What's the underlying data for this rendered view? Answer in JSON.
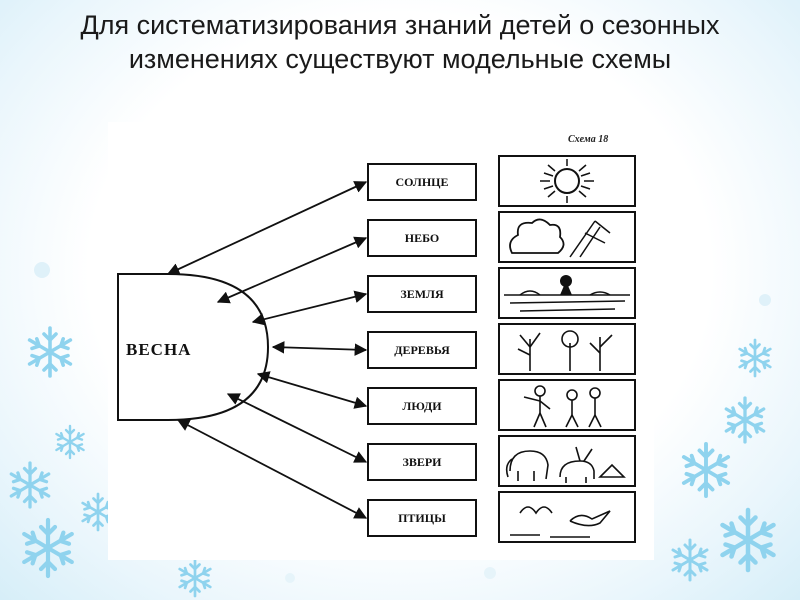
{
  "title": "Для систематизирования знаний детей о сезонных изменениях существуют модельные схемы",
  "scheme": {
    "caption": "Схема 18",
    "center": "ВЕСНА",
    "items": [
      {
        "label": "СОЛНЦЕ",
        "icon": "sun-icon"
      },
      {
        "label": "НЕБО",
        "icon": "cloud-sky-icon"
      },
      {
        "label": "ЗЕМЛЯ",
        "icon": "field-tree-icon"
      },
      {
        "label": "ДЕРЕВЬЯ",
        "icon": "trees-icon"
      },
      {
        "label": "ЛЮДИ",
        "icon": "people-icon"
      },
      {
        "label": "ЗВЕРИ",
        "icon": "animals-icon"
      },
      {
        "label": "ПТИЦЫ",
        "icon": "birds-icon"
      }
    ]
  },
  "colors": {
    "snowflake": "#8fd3ee",
    "snowflake_dark": "#4bb8e3"
  }
}
